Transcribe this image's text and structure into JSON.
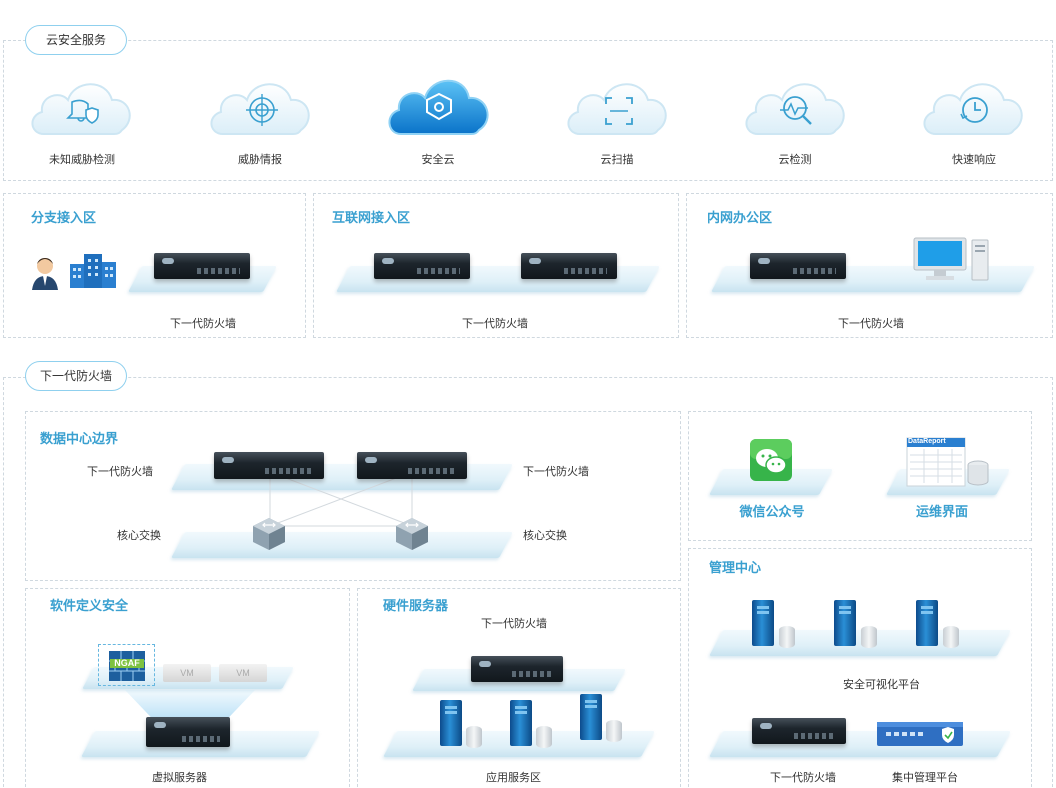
{
  "cloud_section": {
    "label": "云安全服务",
    "items": [
      {
        "label": "未知威胁检测",
        "icon": "bell-shield-icon"
      },
      {
        "label": "威胁情报",
        "icon": "target-icon"
      },
      {
        "label": "安全云",
        "icon": "shield-hexagon-icon"
      },
      {
        "label": "云扫描",
        "icon": "scan-frame-icon"
      },
      {
        "label": "云检测",
        "icon": "magnifier-pulse-icon"
      },
      {
        "label": "快速响应",
        "icon": "clock-icon"
      }
    ]
  },
  "zones": {
    "branch": {
      "title": "分支接入区",
      "device_label": "下一代防火墙"
    },
    "internet": {
      "title": "互联网接入区",
      "device_label": "下一代防火墙"
    },
    "intranet": {
      "title": "内网办公区",
      "device_label": "下一代防火墙"
    }
  },
  "ngfw_section": {
    "label": "下一代防火墙",
    "datacenter": {
      "title": "数据中心边界",
      "fw_left": "下一代防火墙",
      "fw_right": "下一代防火墙",
      "sw_left": "核心交换",
      "sw_right": "核心交换"
    },
    "sds": {
      "title": "软件定义安全",
      "ngaf": "NGAF",
      "vm1": "VM",
      "vm2": "VM",
      "label": "虚拟服务器"
    },
    "hw": {
      "title": "硬件服务器",
      "fw_label": "下一代防火墙",
      "label": "应用服务区"
    },
    "wechat": {
      "label": "微信公众号"
    },
    "ops": {
      "label": "运维界面",
      "report_title": "DataReport"
    },
    "mgmt": {
      "title": "管理中心",
      "platform_label": "安全可视化平台",
      "fw_label": "下一代防火墙",
      "central_label": "集中管理平台"
    }
  },
  "colors": {
    "accent": "#3aa0d0",
    "dash": "#cfd8df",
    "cloud_active": "#1e8fe0"
  }
}
